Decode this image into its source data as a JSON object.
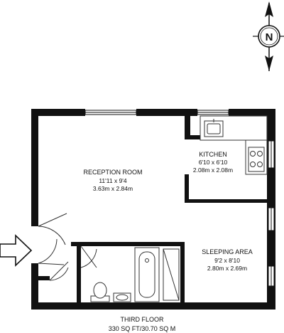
{
  "compass": {
    "letter": "N"
  },
  "rooms": {
    "reception": {
      "name": "RECEPTION ROOM",
      "imperial": "11'11 x 9'4",
      "metric": "3.63m x 2.84m"
    },
    "kitchen": {
      "name": "KITCHEN",
      "imperial": "6'10 x 6'10",
      "metric": "2.08m x 2.08m"
    },
    "sleeping": {
      "name": "SLEEPING AREA",
      "imperial": "9'2 x 8'10",
      "metric": "2.80m x 2.69m"
    }
  },
  "footer": {
    "floor": "THIRD FLOOR",
    "area": "330 SQ FT/30.70 SQ M"
  },
  "colors": {
    "wall": "#111111",
    "fixture_fill": "#ffffff",
    "fixture_stroke": "#333333"
  }
}
